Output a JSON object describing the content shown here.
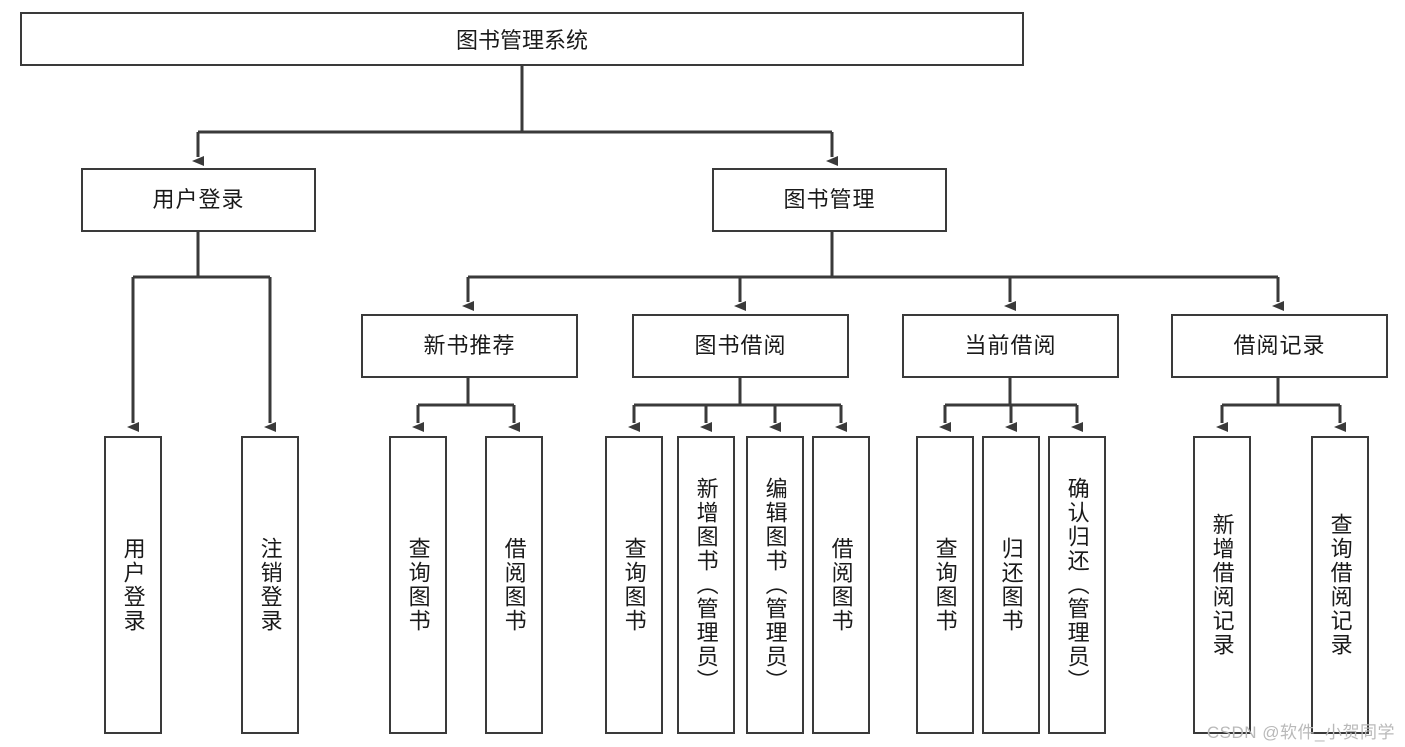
{
  "diagram": {
    "title": "图书管理系统",
    "type": "tree-hierarchy",
    "root": {
      "label": "图书管理系统"
    },
    "level2": [
      {
        "label": "用户登录"
      },
      {
        "label": "图书管理"
      }
    ],
    "level3": [
      {
        "label": "新书推荐"
      },
      {
        "label": "图书借阅"
      },
      {
        "label": "当前借阅"
      },
      {
        "label": "借阅记录"
      }
    ],
    "leaves": {
      "user_login": [
        {
          "label": "用户登录"
        },
        {
          "label": "注销登录"
        }
      ],
      "new_book_recommend": [
        {
          "label": "查询图书"
        },
        {
          "label": "借阅图书"
        }
      ],
      "book_borrow": [
        {
          "label": "查询图书"
        },
        {
          "label": "新增图书（管理员）"
        },
        {
          "label": "编辑图书（管理员）"
        },
        {
          "label": "借阅图书"
        }
      ],
      "current_borrow": [
        {
          "label": "查询图书"
        },
        {
          "label": "归还图书"
        },
        {
          "label": "确认归还（管理员）"
        }
      ],
      "borrow_record": [
        {
          "label": "新增借阅记录"
        },
        {
          "label": "查询借阅记录"
        }
      ]
    }
  },
  "watermark": {
    "text": "CSDN @软件_小贺同学"
  },
  "colors": {
    "border": "#3a3a3a",
    "text": "#1a1a1a",
    "background": "#ffffff",
    "connector": "#3a3a3a",
    "watermark": "#b9b9b9"
  }
}
